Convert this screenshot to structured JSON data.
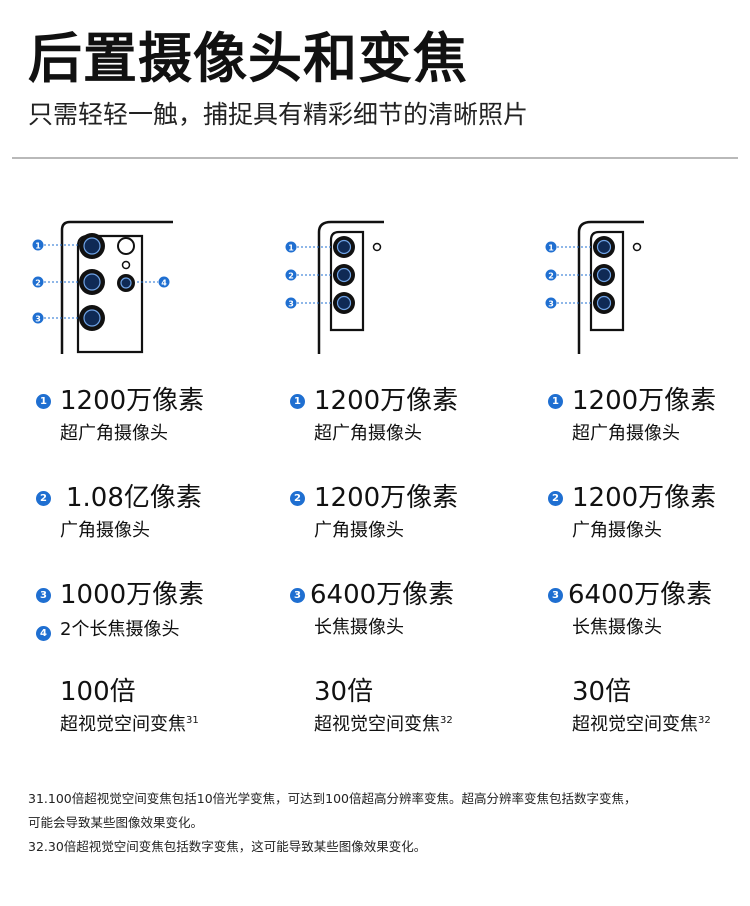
{
  "header": {
    "title": "后置摄像头和变焦",
    "subtitle": "只需轻轻一触，捕捉具有精彩细节的清晰照片"
  },
  "accent_color": "#1f6fd1",
  "models": [
    {
      "camera_labels": [
        "1",
        "2",
        "3",
        "4"
      ],
      "specs": [
        {
          "badge": "1",
          "mp": "1200万像素",
          "desc": "超广角摄像头"
        },
        {
          "badge": "2",
          "mp": "1.08亿像素",
          "desc": "广角摄像头"
        },
        {
          "badge": "3",
          "mp": "1000万像素",
          "badge2": "4",
          "desc": "2个长焦摄像头"
        }
      ],
      "zoom": {
        "value": "100倍",
        "desc": "超视觉空间变焦",
        "ref": "31"
      }
    },
    {
      "camera_labels": [
        "1",
        "2",
        "3"
      ],
      "specs": [
        {
          "badge": "1",
          "mp": "1200万像素",
          "desc": "超广角摄像头"
        },
        {
          "badge": "2",
          "mp": "1200万像素",
          "desc": "广角摄像头"
        },
        {
          "badge": "3",
          "mp": "6400万像素",
          "desc": "长焦摄像头"
        }
      ],
      "zoom": {
        "value": "30倍",
        "desc": "超视觉空间变焦",
        "ref": "32"
      }
    },
    {
      "camera_labels": [
        "1",
        "2",
        "3"
      ],
      "specs": [
        {
          "badge": "1",
          "mp": "1200万像素",
          "desc": "超广角摄像头"
        },
        {
          "badge": "2",
          "mp": "1200万像素",
          "desc": "广角摄像头"
        },
        {
          "badge": "3",
          "mp": "6400万像素",
          "desc": "长焦摄像头"
        }
      ],
      "zoom": {
        "value": "30倍",
        "desc": "超视觉空间变焦",
        "ref": "32"
      }
    }
  ],
  "footnotes": [
    "31.100倍超视觉空间变焦包括10倍光学变焦，可达到100倍超高分辨率变焦。超高分辨率变焦包括数字变焦，",
    "可能会导致某些图像效果变化。",
    "32.30倍超视觉空间变焦包括数字变焦，这可能导致某些图像效果变化。"
  ]
}
